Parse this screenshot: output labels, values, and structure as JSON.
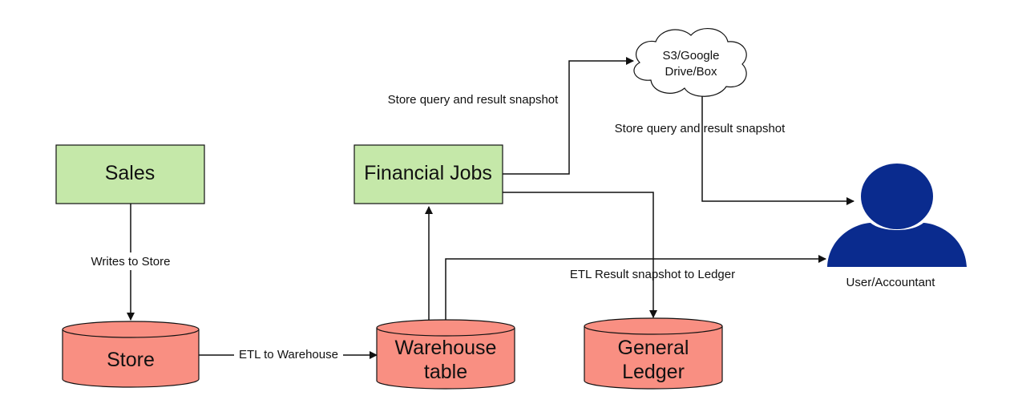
{
  "colors": {
    "process_fill": "#c5e8a9",
    "store_fill": "#f98f82",
    "user_fill": "#0a2b8e",
    "stroke": "#111111"
  },
  "nodes": {
    "sales": {
      "label": "Sales"
    },
    "financial_jobs": {
      "label": "Financial Jobs"
    },
    "store": {
      "label": "Store"
    },
    "warehouse": {
      "label_lines": [
        "Warehouse",
        "table"
      ]
    },
    "ledger": {
      "label_lines": [
        "General",
        "Ledger"
      ]
    },
    "cloud": {
      "label_lines": [
        "S3/Google",
        "Drive/Box"
      ]
    },
    "user": {
      "label": "User/Accountant",
      "icon": "user-icon"
    }
  },
  "edges": {
    "sales_to_store": "Writes to Store",
    "store_to_warehouse": "ETL to Warehouse",
    "jobs_to_cloud": "Store query and result snapshot",
    "cloud_to_user": "Store query and result snapshot",
    "warehouse_to_user": "ETL Result snapshot to Ledger"
  }
}
